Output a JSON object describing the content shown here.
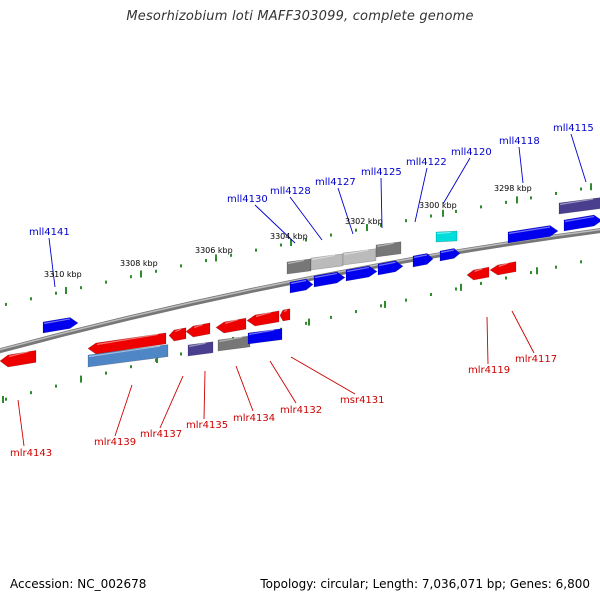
{
  "title": "Mesorhizobium loti MAFF303099, complete genome",
  "accession": "Accession: NC_002678",
  "summary": "Topology: circular; Length: 7,036,071 bp; Genes: 6,800",
  "colors": {
    "backbone": "#8f8f8f",
    "tick": "#2e8b2e",
    "forward_label": "#0000cc",
    "reverse_label": "#cc0000",
    "forward_gene": "#0000ee",
    "reverse_gene": "#ee0000",
    "cyan": "#00dddd",
    "purple": "#4a3f8f",
    "steel": "#4f86c6",
    "grey": "#777777",
    "light_grey": "#bbbbbb"
  },
  "kbp_marks": [
    "3310 kbp",
    "3308 kbp",
    "3306 kbp",
    "3304 kbp",
    "3302 kbp",
    "3300 kbp",
    "3298 kbp"
  ],
  "top_labels": [
    "mll4141",
    "mll4130",
    "mll4128",
    "mll4127",
    "mll4125",
    "mll4122",
    "mll4120",
    "mll4118",
    "mll4115"
  ],
  "bottom_labels": [
    "mlr4143",
    "mlr4139",
    "mlr4137",
    "mlr4135",
    "mlr4134",
    "mlr4132",
    "msr4131",
    "mlr4119",
    "mlr4117"
  ]
}
